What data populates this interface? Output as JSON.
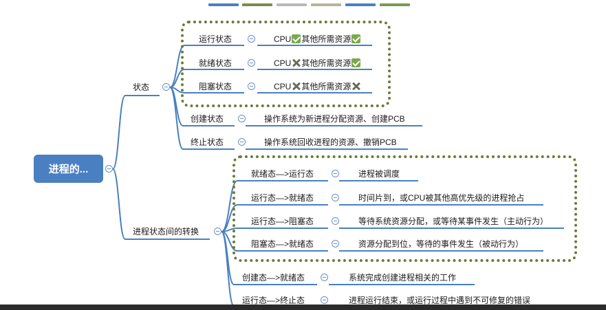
{
  "root": {
    "label": "进程的..."
  },
  "states": {
    "label": "状态",
    "items": [
      {
        "name": "运行状态",
        "cpu": "CPU",
        "res": "其他所需资源",
        "cpu_ok": true,
        "res_ok": true
      },
      {
        "name": "就绪状态",
        "cpu": "CPU",
        "res": "其他所需资源",
        "cpu_ok": false,
        "res_ok": true
      },
      {
        "name": "阻塞状态",
        "cpu": "CPU",
        "res": "其他所需资源",
        "cpu_ok": false,
        "res_ok": false
      }
    ]
  },
  "create": {
    "name": "创建状态",
    "desc": "操作系统为新进程分配资源、创建PCB"
  },
  "terminate": {
    "name": "终止状态",
    "desc": "操作系统回收进程的资源、撤销PCB"
  },
  "transitions": {
    "label": "进程状态间的转换",
    "items": [
      {
        "name": "就绪态—>运行态",
        "desc": "进程被调度"
      },
      {
        "name": "运行态—>就绪态",
        "desc": "时间片到，或CPU被其他高优先级的进程抢占"
      },
      {
        "name": "运行态—>阻塞态",
        "desc": "等待系统资源分配，或等待某事件发生（主动行为）"
      },
      {
        "name": "阻塞态—>就绪态",
        "desc": "资源分配到位，等待的事件发生（被动行为）"
      },
      {
        "name": "创建态—>就绪态",
        "desc": "系统完成创建进程相关的工作"
      },
      {
        "name": "运行态—>终止态",
        "desc": "进程运行结束，或运行过程中遇到不可修复的错误"
      }
    ]
  },
  "colors": {
    "line": "#4a7fc1",
    "root": "#4a7fc1",
    "dotted_frame": "#6b7a3a",
    "check": "#7aaa4a",
    "cross": "#6b6a55"
  },
  "tab_colors": [
    "#4a7fc1",
    "#7a8a4a",
    "#b8b8b8",
    "#b8b49a",
    "#4a7fc1",
    "#7a9a4a"
  ]
}
